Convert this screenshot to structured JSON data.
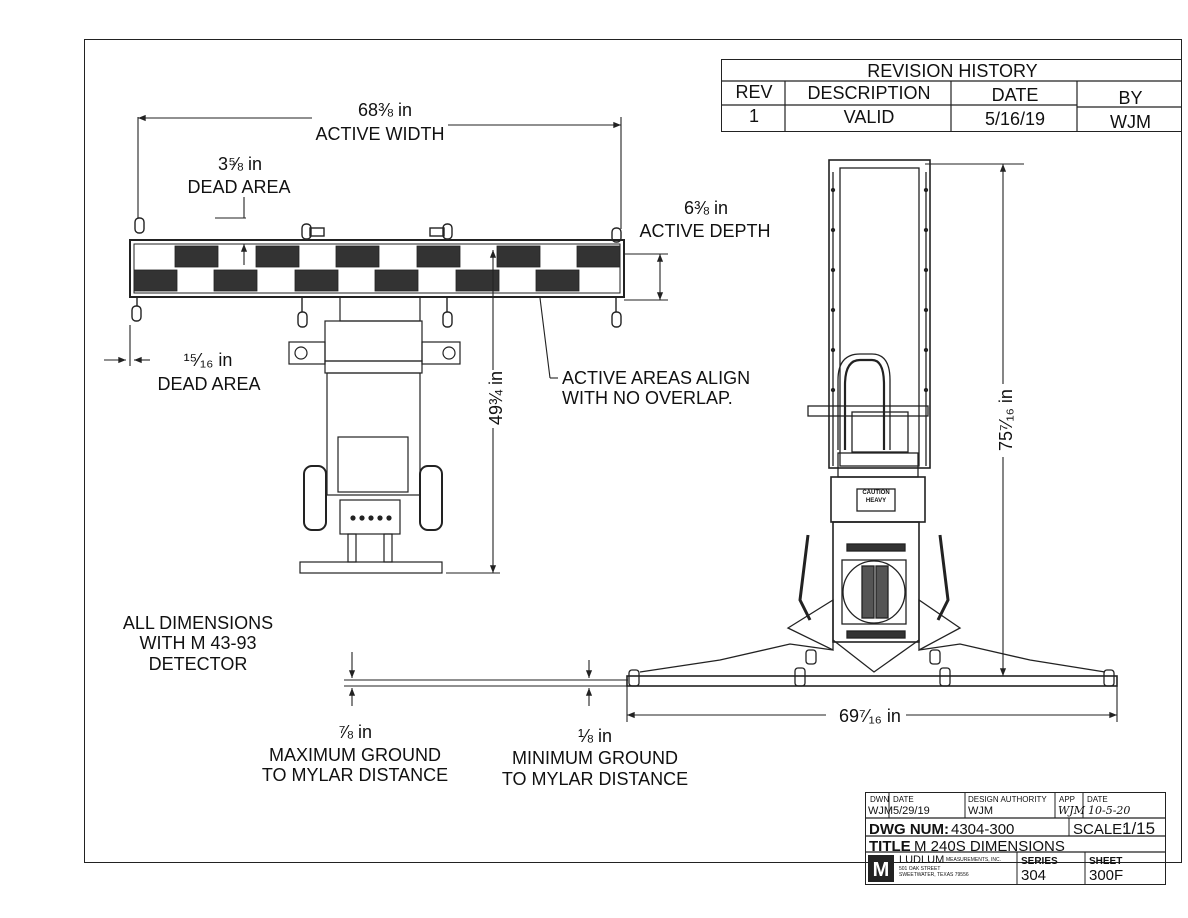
{
  "revision_history": {
    "title": "REVISION HISTORY",
    "headers": [
      "REV",
      "DESCRIPTION",
      "DATE",
      "BY"
    ],
    "rows": [
      [
        "1",
        "VALID",
        "5/16/19",
        "WJM"
      ]
    ]
  },
  "dimensions": {
    "active_width_value": "68⅜ in",
    "active_width_label": "ACTIVE WIDTH",
    "dead_area_top_value": "3⅝ in",
    "dead_area_top_label": "DEAD AREA",
    "active_depth_value": "6⅜ in",
    "active_depth_label": "ACTIVE DEPTH",
    "dead_area_side_value": "¹⁵⁄₁₆ in",
    "dead_area_side_label": "DEAD AREA",
    "height_front_value": "49¾ in",
    "active_areas_note_1": "ACTIVE AREAS ALIGN",
    "active_areas_note_2": "WITH NO OVERLAP.",
    "height_side_value": "75⁷⁄₁₆ in",
    "base_width_value": "69⁷⁄₁₆ in"
  },
  "notes": {
    "all_dims_1": "ALL DIMENSIONS",
    "all_dims_2": "WITH M 43-93",
    "all_dims_3": "DETECTOR",
    "max_ground_value": "⅞ in",
    "max_ground_1": "MAXIMUM GROUND",
    "max_ground_2": "TO MYLAR DISTANCE",
    "min_ground_value": "⅛ in",
    "min_ground_1": "MINIMUM GROUND",
    "min_ground_2": "TO MYLAR DISTANCE"
  },
  "equipment_labels": {
    "caution_1": "CAUTION",
    "caution_2": "HEAVY"
  },
  "title_block": {
    "dwn_label": "DWN",
    "dwn_value": "WJM",
    "date_label": "DATE",
    "date_value": "5/29/19",
    "design_authority_label": "DESIGN AUTHORITY",
    "design_authority_value": "WJM",
    "app_label": "APP",
    "app_value": "WJM",
    "app_date_label": "DATE",
    "app_date_value": "10-5-20",
    "dwg_num_label": "DWG NUM:",
    "dwg_num_value": "4304-300",
    "scale_label": "SCALE:",
    "scale_value": "1/15",
    "title_label": "TITLE",
    "title_value": "M 240S DIMENSIONS",
    "company_name": "LUDLUM",
    "company_suffix": "MEASUREMENTS, INC.",
    "company_address_1": "501 OAK STREET",
    "company_address_2": "SWEETWATER, TEXAS 79556",
    "series_label": "SERIES",
    "series_value": "304",
    "sheet_label": "SHEET",
    "sheet_value": "300F",
    "logo_letter": "M"
  }
}
